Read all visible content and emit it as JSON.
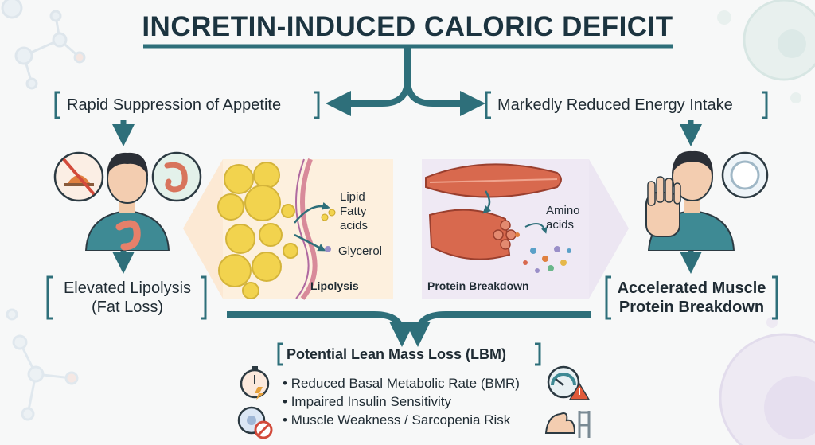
{
  "title": "INCRETIN-INDUCED CALORIC DEFICIT",
  "left_top": "Rapid Suppression of Appetite",
  "right_top": "Markedly Reduced Energy Intake",
  "left_effect": [
    "Elevated Lipolysis",
    "(Fat Loss)"
  ],
  "right_effect": [
    "Accelerated Muscle",
    "Protein Breakdown"
  ],
  "lipolysis_panel": {
    "caption": "Lipolysis",
    "label_fat": [
      "Lipid",
      "Fatty",
      "acids"
    ],
    "label_glycerol": "Glycerol"
  },
  "protein_panel": {
    "caption": "Protein Breakdown",
    "label_amino": [
      "Amino",
      "acids"
    ]
  },
  "outcome": {
    "title": "Potential Lean Mass Loss (LBM)",
    "bullets": [
      "Reduced Basal Metabolic Rate (BMR)",
      "Impaired Insulin Sensitivity",
      "Muscle Weakness / Sarcopenia Risk"
    ]
  },
  "colors": {
    "teal": "#2e6f7a",
    "fat": "#f2d34e",
    "muscle": "#d8694e"
  }
}
